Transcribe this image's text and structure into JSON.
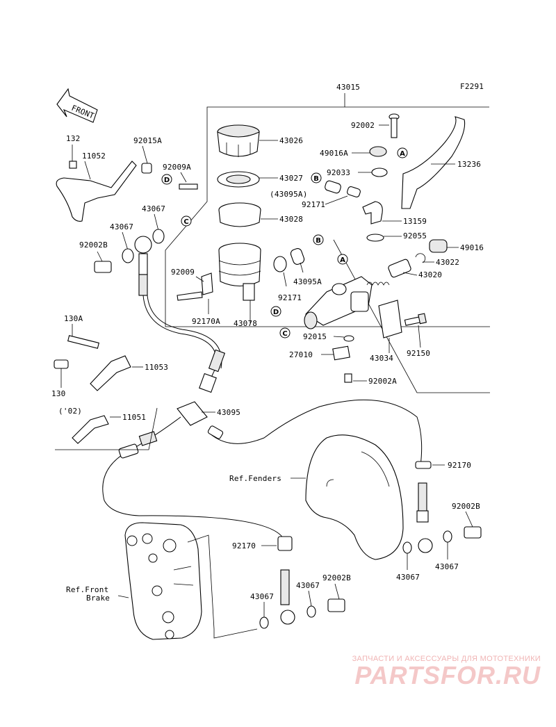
{
  "figure_code": "F2291",
  "assembly_label": "43015",
  "front_label": "FRONT",
  "year_note": "('02)",
  "parts": {
    "p43026": "43026",
    "p43027": "43027",
    "p43028": "43028",
    "p92002": "92002",
    "p49016A": "49016A",
    "p92033": "92033",
    "p43095A_paren": "(43095A)",
    "p92171a": "92171",
    "p13236": "13236",
    "p13159": "13159",
    "p92055": "92055",
    "p49016": "49016",
    "p43022": "43022",
    "p43020": "43020",
    "p92009": "92009",
    "p92171b": "92171",
    "p43095A": "43095A",
    "p92170A": "92170A",
    "p43078": "43078",
    "p92015": "92015",
    "p27010": "27010",
    "p43034": "43034",
    "p92150": "92150",
    "p92002A": "92002A",
    "p132": "132",
    "p11052": "11052",
    "p92015A": "92015A",
    "p92009A": "92009A",
    "p43067a": "43067",
    "p43067b": "43067",
    "p92002B_a": "92002B",
    "p130A": "130A",
    "p11053": "11053",
    "p130": "130",
    "p11051": "11051",
    "p43095": "43095",
    "p92170_r": "92170",
    "p92002B_r": "92002B",
    "p43067_r1": "43067",
    "p43067_r2": "43067",
    "p92170_l": "92170",
    "p92002B_b": "92002B",
    "p43067_b1": "43067",
    "p43067_b2": "43067"
  },
  "refs": {
    "fenders": "Ref.Fenders",
    "front_brake_1": "Ref.Front",
    "front_brake_2": "Brake"
  },
  "markers": [
    "A",
    "B",
    "C",
    "D"
  ],
  "watermark": {
    "tagline": "ЗАПЧАСТИ И АКСЕССУАРЫ ДЛЯ МОТОТЕХНИКИ",
    "brand": "PARTSFOR.RU"
  }
}
